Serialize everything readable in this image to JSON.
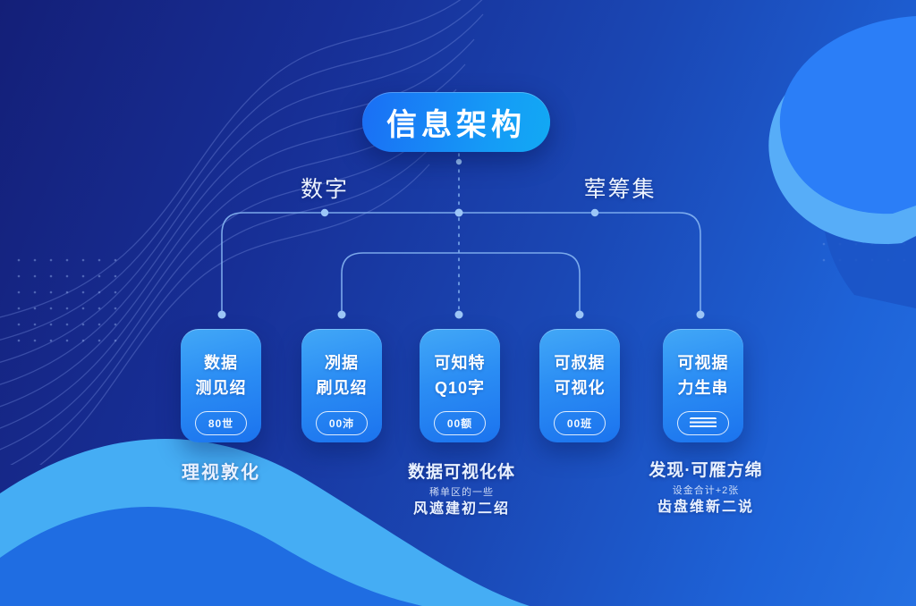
{
  "title": {
    "label": "信息架构"
  },
  "branches": {
    "left": "数字",
    "right": "荤筹集"
  },
  "cards": [
    {
      "line1": "数据",
      "line2": "测见绍",
      "badge": "80世"
    },
    {
      "line1": "冽据",
      "line2": "刷见绍",
      "badge": "00沛"
    },
    {
      "line1": "可知特",
      "line2": "Q10字",
      "badge": "00额"
    },
    {
      "line1": "可叔据",
      "line2": "可视化",
      "badge": "00班"
    },
    {
      "line1": "可视据",
      "line2": "力生串",
      "badge": ""
    }
  ],
  "captions": {
    "left": {
      "line1": "理视敦化"
    },
    "middle": {
      "line1": "数据可视化体",
      "line2": "稀单区的一些",
      "line3": "风遮建初二绍"
    },
    "right": {
      "line1": "发现·可雁方绵",
      "line2": "设金合计+2张",
      "line3": "齿盘维新二说"
    }
  },
  "colors": {
    "background_dark": "#141f78",
    "background_light": "#2470e2",
    "node_pill": "#159cf6",
    "card_top": "#42a8f7",
    "card_bottom": "#1b73ee",
    "connector": "#86b5f3",
    "wave_light": "#45adf4",
    "wave_medium": "#1f6de2",
    "text": "#ffffff"
  }
}
